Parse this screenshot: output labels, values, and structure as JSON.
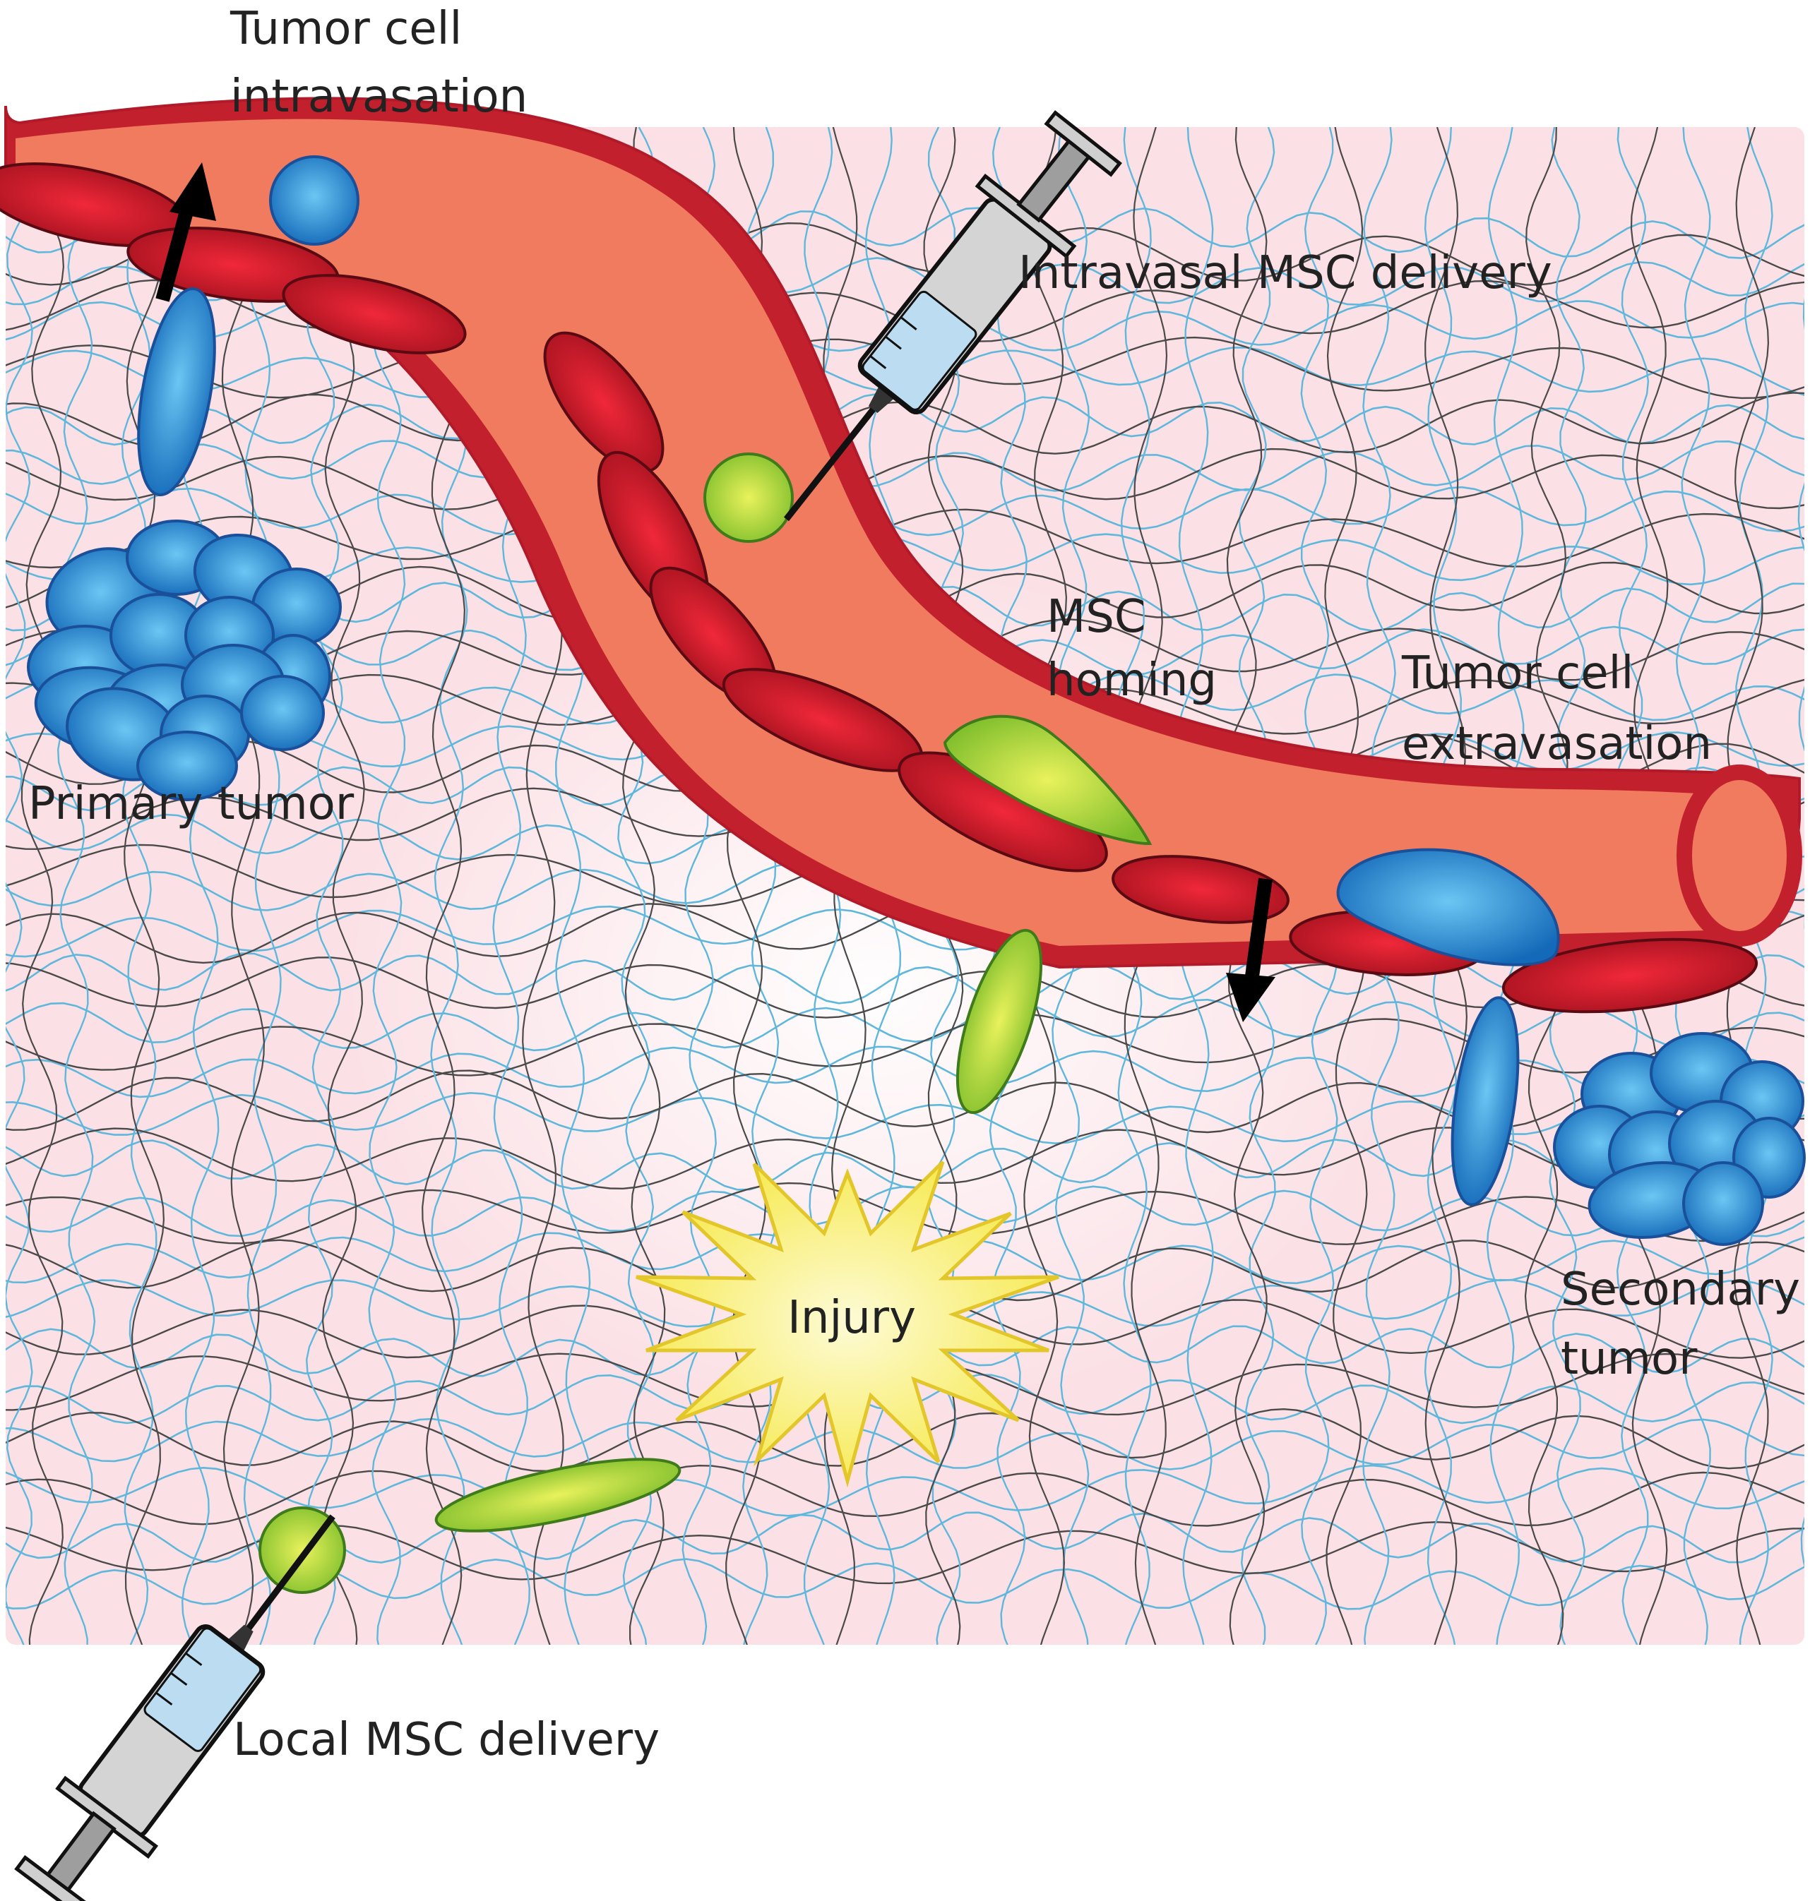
{
  "labels": {
    "tumor_intravasation": [
      "Tumor cell",
      "intravasation"
    ],
    "intravasal_delivery": "Intravasal MSC delivery",
    "msc_homing": [
      "MSC",
      "homing"
    ],
    "tumor_extravasation": [
      "Tumor cell",
      "extravasation"
    ],
    "primary_tumor": "Primary tumor",
    "injury": "Injury",
    "secondary_tumor": [
      "Secondary",
      "tumor"
    ],
    "local_delivery": "Local MSC delivery"
  },
  "colors": {
    "tissue": "#fbe0e5",
    "vessel_wall": "#c3202e",
    "vessel_lumen": "#f17b5e",
    "endothelial": "#d8252f",
    "tumor_cell": "#1e88cf",
    "msc_cell": "#a6d23a",
    "injury": "#f8ee6a",
    "collagen_dark": "#4a4a4a",
    "collagen_blue": "#5fb8dc",
    "syringe_body": "#d4d4d4",
    "syringe_fluid": "#bcdcf2"
  }
}
